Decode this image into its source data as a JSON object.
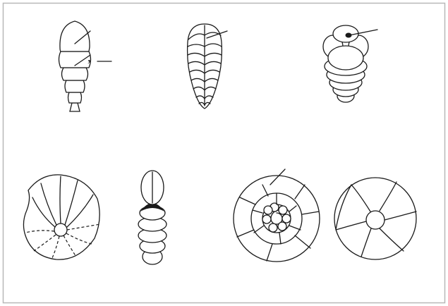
{
  "figure": {
    "border_color": "#b8b8b8",
    "line_color": "#1a1a1a",
    "fill_color": "#ffffff",
    "marker_text": ","
  },
  "panels": [
    {
      "id": "uniserial-test"
    },
    {
      "id": "biserial-test"
    },
    {
      "id": "triserial-test"
    },
    {
      "id": "planispiral-test-side"
    },
    {
      "id": "planispiral-test-edge"
    },
    {
      "id": "trochospiral-test-spiral"
    },
    {
      "id": "trochospiral-test-umbilical"
    }
  ]
}
